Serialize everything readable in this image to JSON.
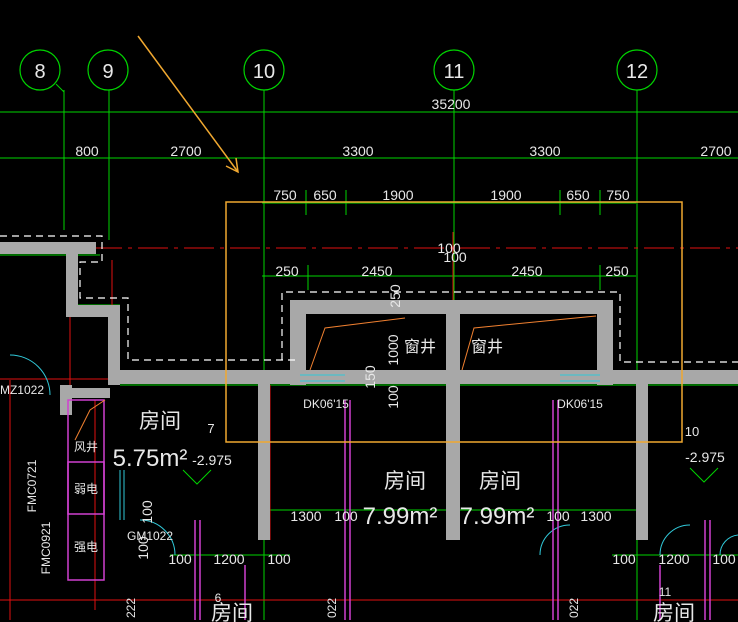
{
  "axes": {
    "labels": [
      "8",
      "9",
      "10",
      "11",
      "12"
    ]
  },
  "dims": {
    "overall": "35200",
    "row1": [
      "800",
      "2700",
      "3300",
      "3300",
      "2700"
    ],
    "row2": [
      "750",
      "650",
      "1900",
      "1900",
      "650",
      "750"
    ],
    "row3_top": "100",
    "row3_top2": "100",
    "row3": [
      "250",
      "2450",
      "2450",
      "250"
    ],
    "vert_250": "250",
    "vert_1000": "1000",
    "vert_150": "150",
    "vert_100": "100",
    "bottom_left": [
      "1300",
      "100"
    ],
    "bottom_right": [
      "100",
      "1300"
    ],
    "lower_left": [
      "100",
      "1200",
      "100"
    ],
    "lower_right": [
      "100",
      "1200",
      "100"
    ],
    "left_100a": "100",
    "left_100b": "100"
  },
  "labels": {
    "window_well_1": "窗井",
    "window_well_2": "窗井",
    "dk_left": "DK06'15",
    "dk_right": "DK06'15",
    "room_left": "房间",
    "room_mid1": "房间",
    "room_mid2": "房间",
    "room_bot1": "房间",
    "room_bot2": "房间",
    "area_left": "5.75m²",
    "area_mid1": "7.99m²",
    "area_mid2": "7.99m²",
    "elev_left": "-2.975",
    "elev_right": "-2.975",
    "num_7": "7",
    "num_10": "10",
    "num_6": "6",
    "num_11": "11",
    "wind_shaft": "风井",
    "weak_elec": "弱电",
    "strong_elec": "强电",
    "door_mz": "MZ1022",
    "door_fm1": "FMC0721",
    "door_fm2": "FMC0921",
    "door_gm": "GM1022",
    "door_222a": "222",
    "door_022a": "022",
    "door_022b": "022"
  },
  "colors": {
    "background": "#000000",
    "grid": "#00d400",
    "wall": "#a8a8a8",
    "highlight_box": "#f0a830",
    "arrow": "#f0a830",
    "red_line": "#e01010",
    "magenta": "#d040d0",
    "cyan": "#30c8d8",
    "text": "#e8e8e8"
  }
}
